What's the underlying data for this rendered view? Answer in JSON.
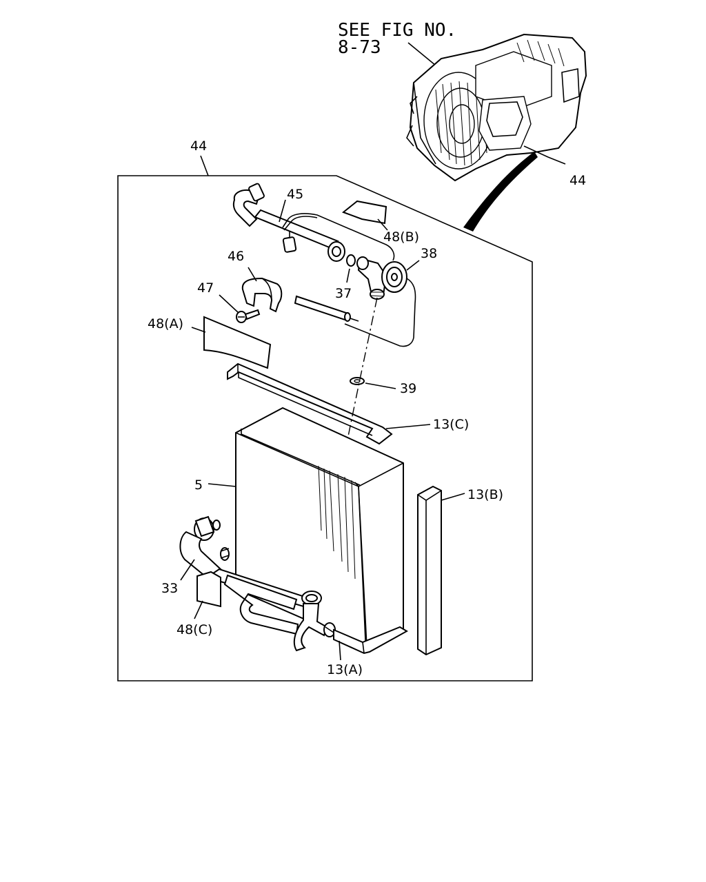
{
  "figure_ref": {
    "line1": "SEE FIG NO.",
    "line2": "8-73"
  },
  "callouts": {
    "c44_top": "44",
    "c44_inset": "44",
    "c45": "45",
    "c48b": "48(B)",
    "c38": "38",
    "c46": "46",
    "c37": "37",
    "c47": "47",
    "c48a": "48(A)",
    "c39": "39",
    "c13c": "13(C)",
    "c5": "5",
    "c13b": "13(B)",
    "c33": "33",
    "c48c": "48(C)",
    "c13a": "13(A)"
  }
}
